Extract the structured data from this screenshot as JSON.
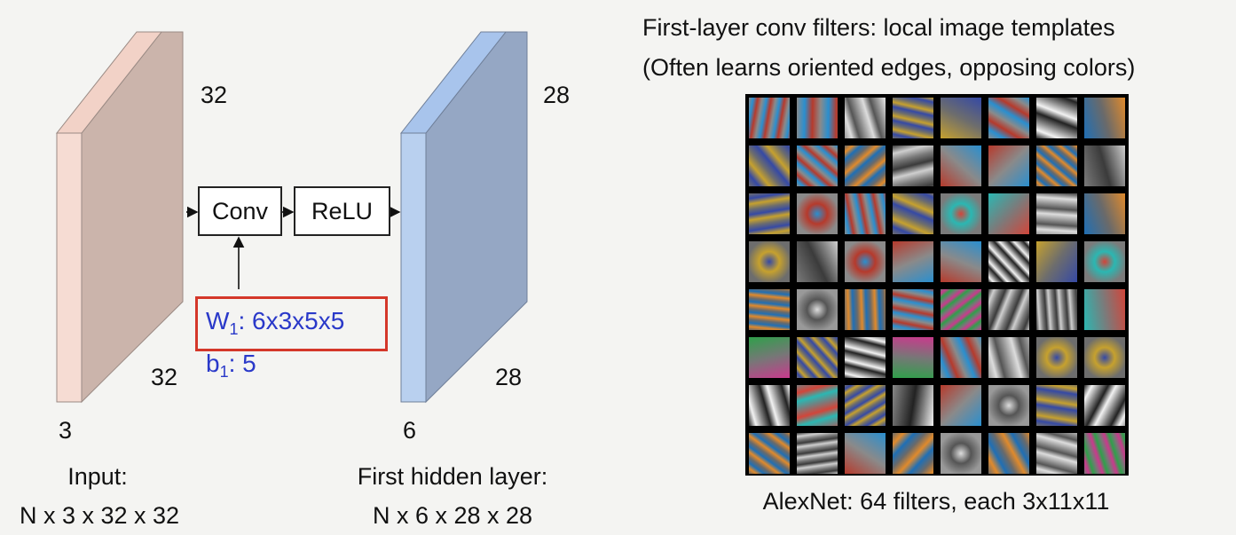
{
  "input_volume": {
    "height_label": "32",
    "width_label": "32",
    "depth_label": "3",
    "caption_line1": "Input:",
    "caption_line2": "N x 3 x 32 x 32",
    "face_color": "#f6dcd3",
    "side_color": "#cbb4ab"
  },
  "hidden_volume": {
    "height_label": "28",
    "width_label": "28",
    "depth_label": "6",
    "caption_line1": "First hidden layer:",
    "caption_line2": "N x 6 x 28 x 28",
    "face_color": "#b9d0ef",
    "side_color": "#95a7c4"
  },
  "blocks": {
    "conv": "Conv",
    "relu": "ReLU"
  },
  "weights": {
    "w_letter": "W",
    "w_sub": "1",
    "w_value": ": 6x3x5x5",
    "b_letter": "b",
    "b_sub": "1",
    "b_value": ": 5",
    "highlight_color": "#d4372a",
    "text_color": "#2a39c9"
  },
  "filters": {
    "title_line1": "First-layer conv filters: local image templates",
    "title_line2": "(Often learns oriented edges, opposing colors)",
    "caption": "AlexNet: 64 filters, each 3x11x11",
    "rows": 8,
    "cols": 8
  }
}
